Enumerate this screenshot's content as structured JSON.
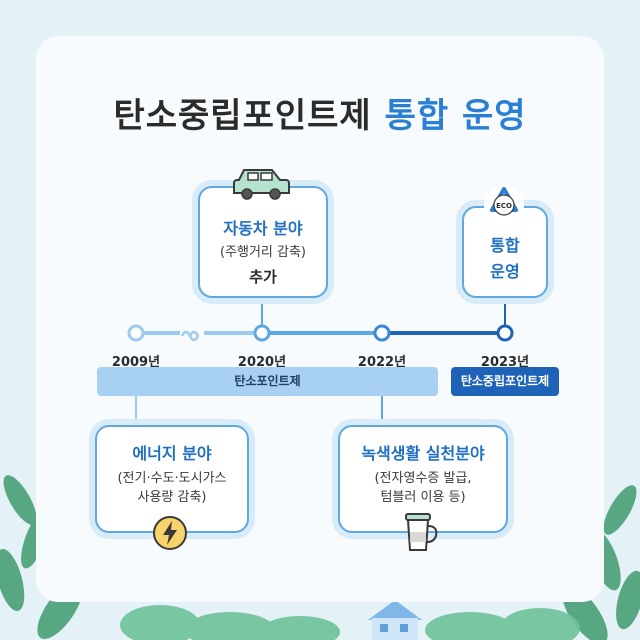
{
  "title": {
    "main": "탄소중립포인트제",
    "accent": "통합 운영"
  },
  "boxes": {
    "car": {
      "head": "자동차 분야",
      "sub": "(주행거리 감축)",
      "extra": "추가",
      "icon": "car-icon"
    },
    "eco": {
      "head_line1": "통합",
      "head_line2": "운영",
      "icon_text": "ECO",
      "icon": "eco-recycle-icon"
    },
    "energy": {
      "head": "에너지 분야",
      "sub_line1": "(전기·수도·도시가스",
      "sub_line2": "사용량 감축)",
      "icon": "lightning-icon"
    },
    "green": {
      "head": "녹색생활 실천분야",
      "sub_line1": "(전자영수증 발급,",
      "sub_line2": "텀블러 이용 등)",
      "icon": "tumbler-icon"
    }
  },
  "timeline": {
    "years": [
      "2009년",
      "2020년",
      "2022년",
      "2023년"
    ]
  },
  "bars": {
    "light": "탄소포인트제",
    "dark": "탄소중립포인트제"
  },
  "colors": {
    "accent": "#2a7ed3",
    "dark_blue": "#1e63b8",
    "light_blue": "#a8d0f3"
  }
}
